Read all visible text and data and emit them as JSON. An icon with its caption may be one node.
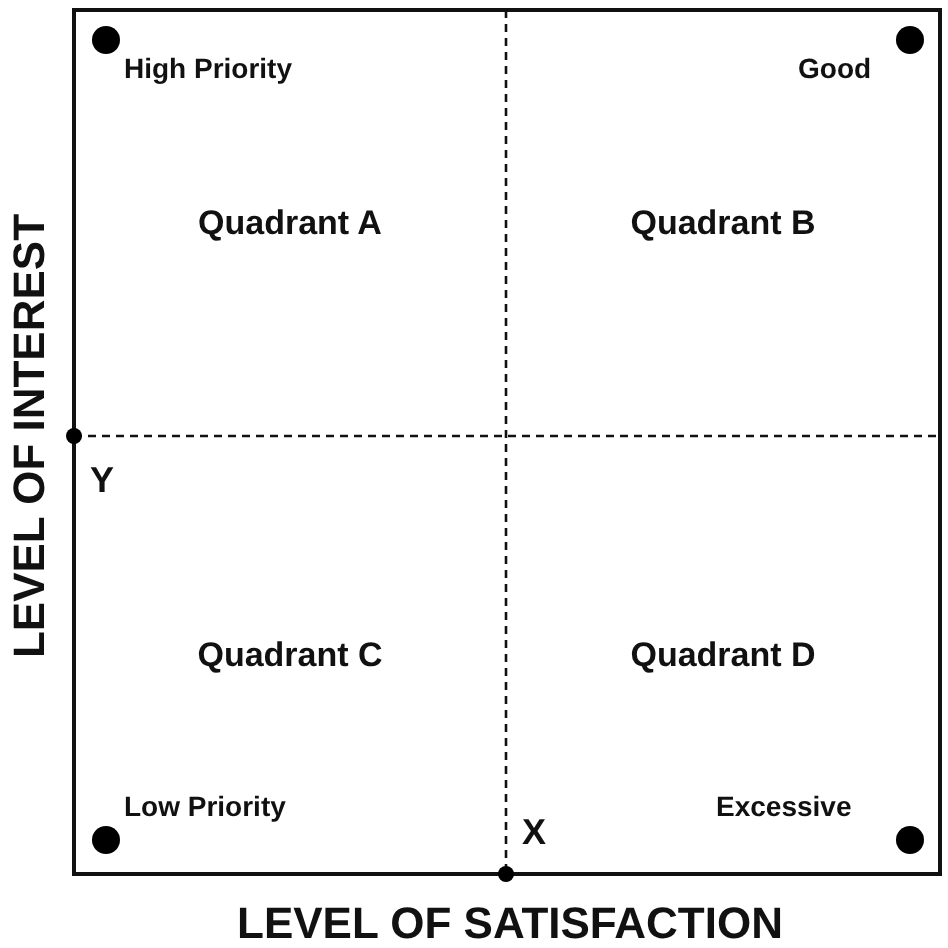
{
  "diagram": {
    "nodes": [
      {
        "text": [
          "Quadrant A"
        ]
      },
      {
        "text": [
          "Quadrant B"
        ]
      },
      {
        "text": [
          "Quadrant C"
        ]
      },
      {
        "text": [
          "Quadrant D"
        ]
      }
    ],
    "labels": [
      "High Priority",
      "Good",
      "Y",
      "Low Priority",
      "X",
      "Excessive",
      "LEVEL OF INTEREST",
      "LEVEL OF SATISFACTION"
    ]
  }
}
